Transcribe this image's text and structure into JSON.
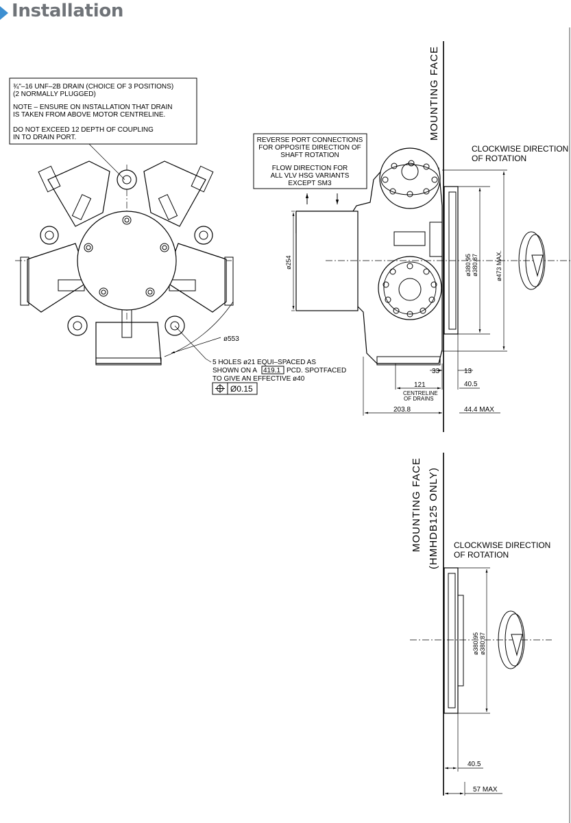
{
  "header": {
    "title": "Installation"
  },
  "notes": {
    "drain_line1": "¾\"–16 UNF–2B DRAIN (CHOICE OF 3 POSITIONS)",
    "drain_line2": "(2 NORMALLY PLUGGED)",
    "drain_line3": "NOTE –  ENSURE ON INSTALLATION THAT DRAIN",
    "drain_line4": "IS TAKEN FROM ABOVE MOTOR CENTRELINE.",
    "drain_line5": "DO NOT EXCEED 12 DEPTH OF COUPLING",
    "drain_line6": "IN TO DRAIN PORT.",
    "port_line1": "REVERSE PORT CONNECTIONS",
    "port_line2": "FOR OPPOSITE DIRECTION OF",
    "port_line3": "SHAFT ROTATION",
    "port_line4": "FLOW DIRECTION FOR",
    "port_line5": "ALL VLV HSG VARIANTS",
    "port_line6": "EXCEPT SM3",
    "holes_line1": "5 HOLES ø21 EQUI–SPACED AS",
    "holes_line2a": "SHOWN ON A",
    "holes_pcd": "419.1",
    "holes_line2b": "PCD. SPOTFACED",
    "holes_line3": "TO GIVE AN EFFECTIVE ø40",
    "tolerance": "Ø0.15"
  },
  "dimensions": {
    "d553": "ø553",
    "d254": "ø254",
    "d380_95": "ø380.95",
    "d380_87": "ø380.87",
    "d473": "ø473 MAX.",
    "d33": "33",
    "d13": "13",
    "d121": "121",
    "centreline1": "CENTRELINE",
    "centreline2": "OF DRAINS",
    "d40_5": "40.5",
    "d203_8": "203.8",
    "d44_4": "44.4 MAX",
    "b_d380_95": "ø380.95",
    "b_d380_87": "ø380.87",
    "b_d40_5": "40.5",
    "b_d57": "57 MAX"
  },
  "labels": {
    "mounting_face": "MOUNTING FACE",
    "rotation1": "CLOCKWISE DIRECTION",
    "rotation2": "OF ROTATION",
    "mounting_face_b1": "MOUNTING FACE",
    "mounting_face_b2": "(HMHDB125 ONLY)",
    "rotation_b1": "CLOCKWISE DIRECTION",
    "rotation_b2": "OF ROTATION"
  }
}
